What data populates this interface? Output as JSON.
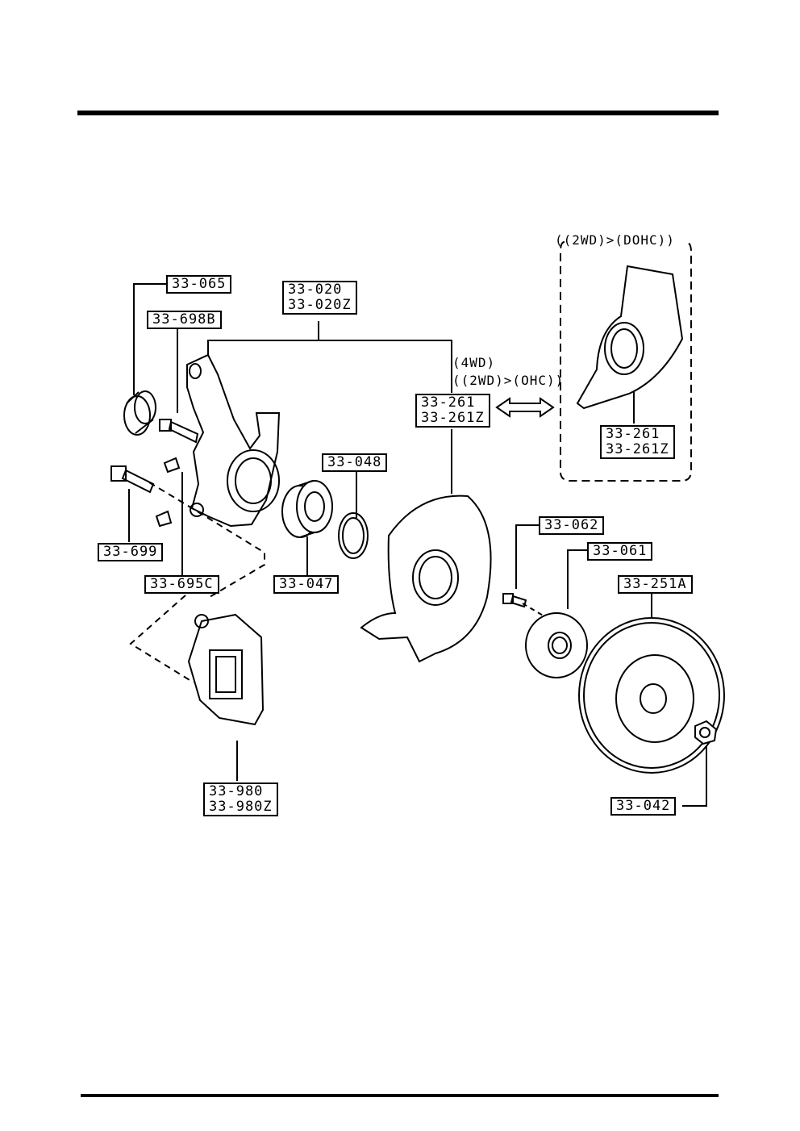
{
  "labels": {
    "p33_065": "33-065",
    "p33_698b": "33-698B",
    "p33_020": "33-020",
    "p33_020z": "33-020Z",
    "p33_699": "33-699",
    "p33_695c": "33-695C",
    "p33_048": "33-048",
    "p33_047": "33-047",
    "p33_261": "33-261",
    "p33_261z": "33-261Z",
    "p33_261_alt": "33-261",
    "p33_261z_alt": "33-261Z",
    "p33_062": "33-062",
    "p33_061": "33-061",
    "p33_251a": "33-251A",
    "p33_980": "33-980",
    "p33_980z": "33-980Z",
    "p33_042": "33-042"
  },
  "notes": {
    "wd4": "(4WD)",
    "wd2_ohc": "((2WD)>(OHC))",
    "wd2_dohc": "((2WD)>(DOHC))"
  }
}
